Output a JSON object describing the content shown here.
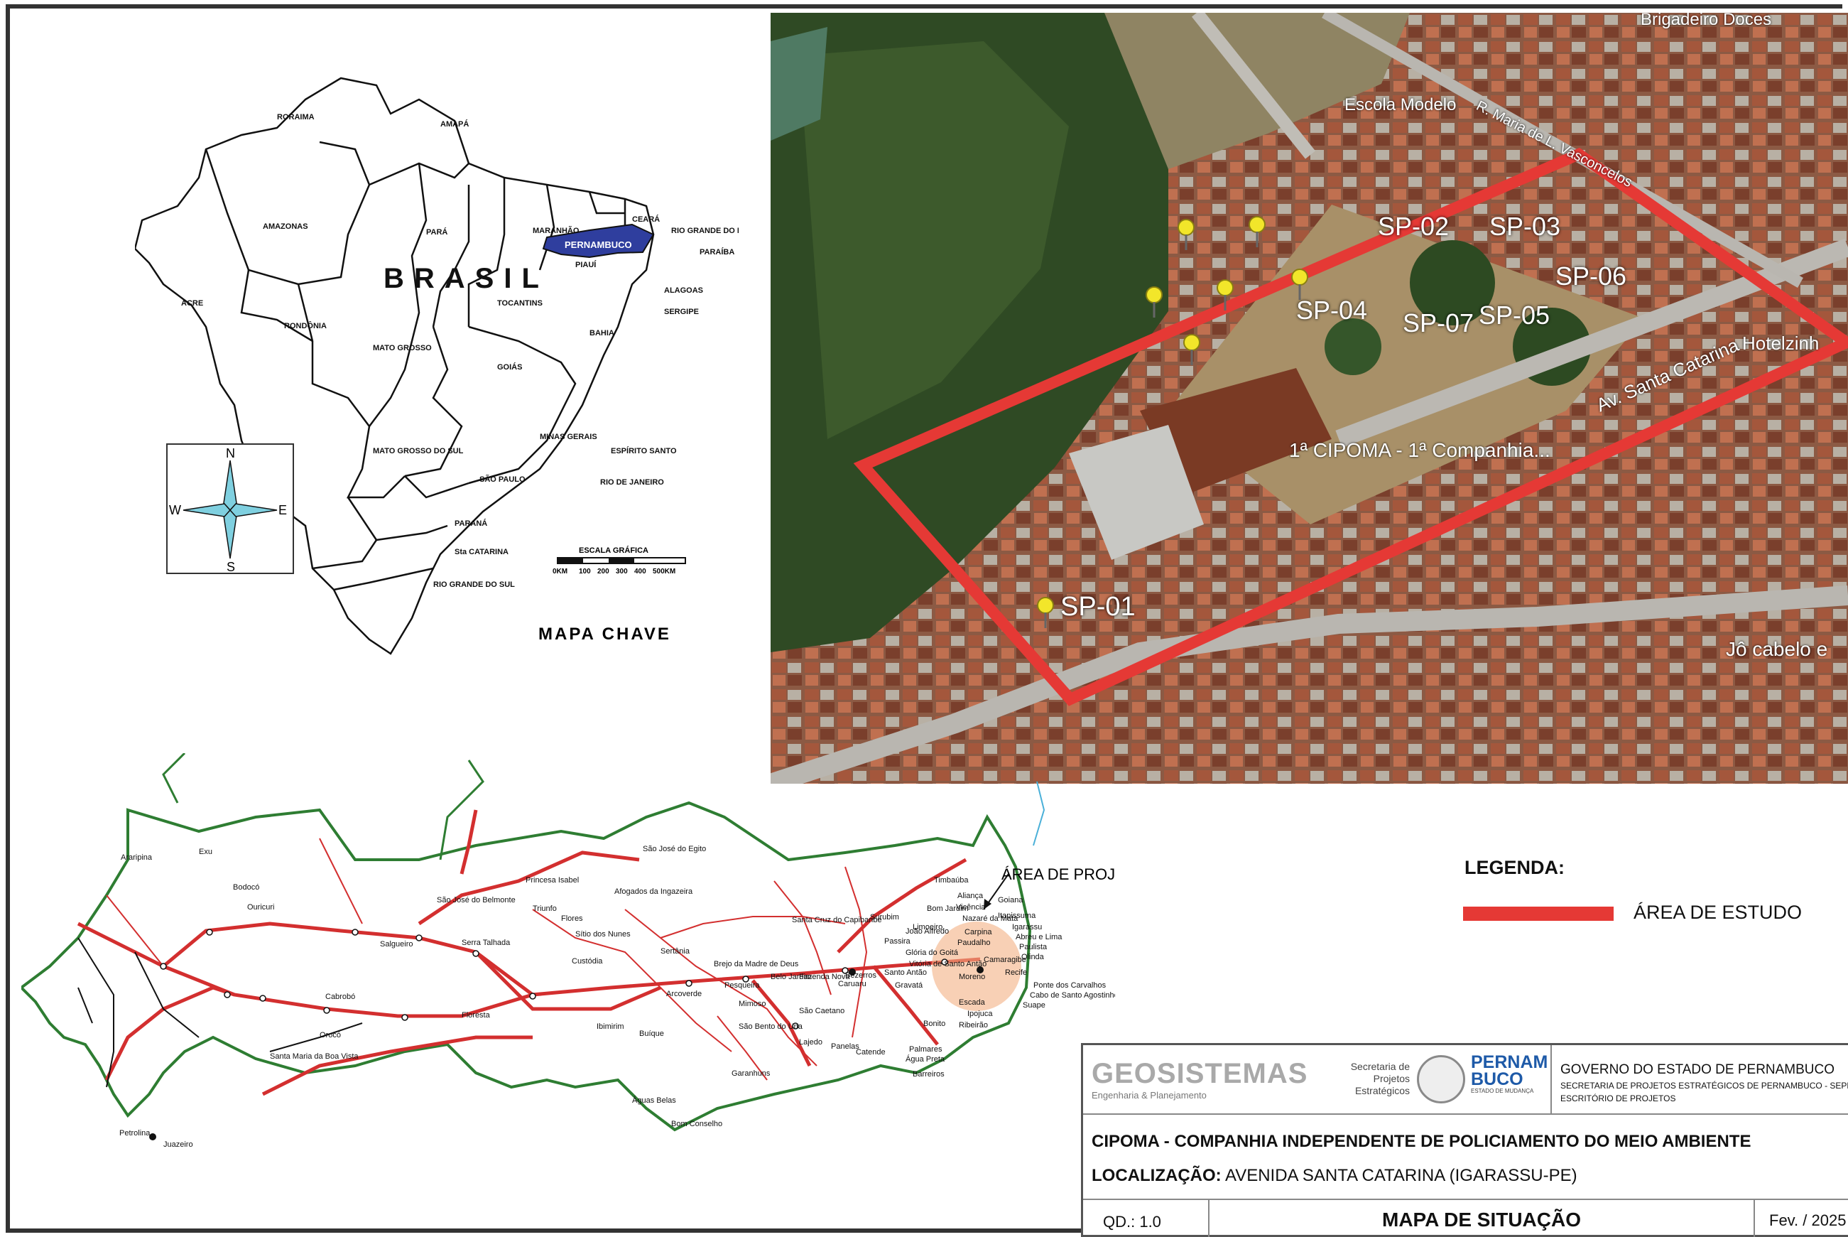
{
  "brazil_map": {
    "country_label": "BRASIL",
    "highlight_state": "PERNAMBUCO",
    "highlight_color": "#2f3e9e",
    "states": [
      "RORAIMA",
      "AMAPÁ",
      "AMAZONAS",
      "PARÁ",
      "MARANHÃO",
      "CEARÁ",
      "RIO GRANDE DO NORTE",
      "PARAÍBA",
      "PIAUÍ",
      "ALAGOAS",
      "SERGIPE",
      "ACRE",
      "RONDÔNIA",
      "TOCANTINS",
      "BAHIA",
      "MATO GROSSO",
      "GOIÁS",
      "MINAS GERAIS",
      "ESPÍRITO SANTO",
      "MATO GROSSO DO SUL",
      "SÃO PAULO",
      "RIO DE JANEIRO",
      "PARANÁ",
      "Sta CATARINA",
      "RIO GRANDE DO SUL"
    ],
    "caption": "MAPA CHAVE",
    "scale_title": "ESCALA GRÁFICA",
    "scale_ticks": [
      "0KM",
      "100",
      "200",
      "300",
      "400",
      "500KM"
    ],
    "compass": {
      "n": "N",
      "s": "S",
      "e": "E",
      "w": "W"
    }
  },
  "satellite": {
    "points": [
      "SP-01",
      "SP-02",
      "SP-03",
      "SP-04",
      "SP-05",
      "SP-06",
      "SP-07"
    ],
    "pin_color": "#f2e62a",
    "area_color": "#e53935",
    "places": [
      "Brigadeiro Doces",
      "Escola Modelo",
      "Hotelzinh",
      "1ª CIPOMA - 1ª Companhia...",
      "Jô cabelo e"
    ],
    "streets": [
      "R. Maria de L. Vasconcelos",
      "Av. Santa Catarina"
    ]
  },
  "pe_map": {
    "project_label": "ÁREA DE PROJETO",
    "road_color": "#d32f2f",
    "border_color": "#2e7d32",
    "cities": [
      "Araripina",
      "Exu",
      "Bodocó",
      "Ouricuri",
      "São José do Belmonte",
      "Princesa Isabel",
      "Triunfo",
      "Flores",
      "Afogados da Ingazeira",
      "São José do Egito",
      "Sítio dos Nunes",
      "Salgueiro",
      "Serra Talhada",
      "Custódia",
      "Sertânia",
      "Cabrobó",
      "Floresta",
      "Ibimirim",
      "Buíque",
      "Arcoverde",
      "Orocó",
      "Santa Maria da Boa Vista",
      "Petrolina",
      "Juazeiro",
      "Brejo da Madre de Deus",
      "Pesqueira",
      "Belo Jardim",
      "Mimoso",
      "São Bento do Una",
      "Lajedo",
      "Garanhuns",
      "Águas Belas",
      "Bom Conselho",
      "Santa Cruz do Capibaribe",
      "Fazenda Nova",
      "Caruaru",
      "São Caetano",
      "Bezerros",
      "Gravatá",
      "Panelas",
      "Catende",
      "Palmares",
      "Água Preta",
      "Barreiros",
      "Surubim",
      "João Alfredo",
      "Passira",
      "Limoeiro",
      "Glória do Goitá",
      "Vitória de Santo Antão",
      "Santo Antão",
      "Moreno",
      "Escada",
      "Ipojuca",
      "Ribeirão",
      "Bonito",
      "Timbaúba",
      "Aliança",
      "Goiana",
      "Vicência",
      "Nazaré da Mata",
      "Carpina",
      "Paudalho",
      "Bom Jardim",
      "Itapissuma",
      "Igarassu",
      "Abreu e Lima",
      "Paulista",
      "Olinda",
      "Recife",
      "Camaragibe",
      "Ponte dos Carvalhos",
      "Cabo de Santo Agostinho",
      "Suape"
    ]
  },
  "legend": {
    "title": "LEGENDA:",
    "items": [
      {
        "label": "ÁREA DE ESTUDO",
        "color": "#e53935"
      }
    ]
  },
  "title_block": {
    "logo_text": "GEOSISTEMAS",
    "logo_sub": "Engenharia & Planejamento",
    "secretaria": "Secretaria de Projetos Estratégicos",
    "gov_logo": "PERNAMBUCO",
    "gov_logo_sub": "ESTADO DE MUDANÇA",
    "gov_name": "GOVERNO DO ESTADO DE PERNAMBUCO",
    "gov_sec": "SECRETARIA DE PROJETOS ESTRATÉGICOS DE PERNAMBUCO - SEPE",
    "gov_office": "ESCRITÓRIO DE PROJETOS",
    "project": "CIPOMA - COMPANHIA INDEPENDENTE DE POLICIAMENTO DO MEIO AMBIENTE",
    "location_label": "LOCALIZAÇÃO:",
    "location_value": " AVENIDA SANTA CATARINA (IGARASSU-PE)",
    "sheet": "QD.: 1.0",
    "drawing_title": "MAPA DE SITUAÇÃO",
    "date": "Fev. / 2025"
  }
}
